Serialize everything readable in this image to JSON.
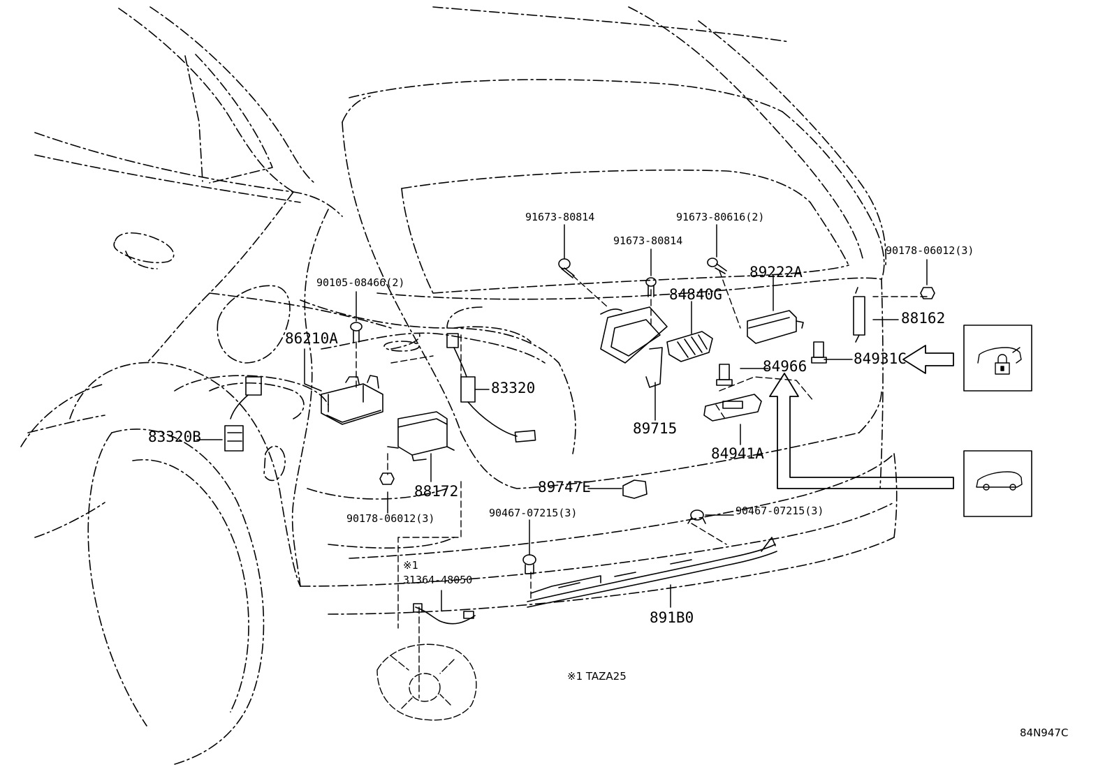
{
  "labels": {
    "p91673_80814_a": "91673-80814",
    "p91673_80814_b": "91673-80814",
    "p91673_80616": "91673-80616(2)",
    "p90178_06012_r": "90178-06012(3)",
    "p90105_08466": "90105-08466(2)",
    "p86210A": "86210A",
    "p84840G": "84840G",
    "p89222A": "89222A",
    "p88162": "88162",
    "p84966": "84966",
    "p84931C": "84931C",
    "p83320": "83320",
    "p83320B": "83320B",
    "p89715": "89715",
    "p88172": "88172",
    "p84941A": "84941A",
    "p89747E": "89747E",
    "p90178_06012_l": "90178-06012(3)",
    "p90467_07215_a": "90467-07215(3)",
    "p90467_07215_b": "90467-07215(3)",
    "note_mark": "※1",
    "p31364_48050": "31364-48050",
    "p891B0": "891B0",
    "footnote": "※1 TAZA25",
    "diagram_id": "84N947C"
  },
  "legend_icons": {
    "top": "vehicle-with-lock-icon",
    "bottom": "vehicle-icon"
  },
  "colors": {
    "ink": "#000000",
    "paper": "#ffffff"
  }
}
